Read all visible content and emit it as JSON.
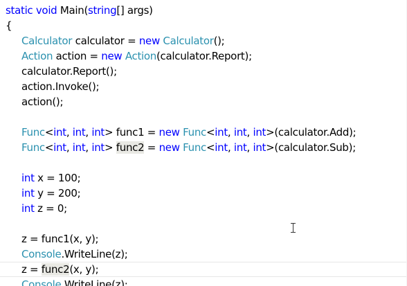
{
  "lines": [
    {
      "k1": "static",
      "k2": "void",
      "t1": "Main(",
      "k3": "string",
      "t2": "[] args)"
    },
    {
      "t1": "{"
    },
    {
      "ty1": "Calculator",
      "t1": " calculator = ",
      "k1": "new",
      "ty2": "Calculator",
      "t2": "();"
    },
    {
      "ty1": "Action",
      "t1": " action = ",
      "k1": "new",
      "ty2": "Action",
      "t2": "(calculator.Report);"
    },
    {
      "t1": "calculator.Report();"
    },
    {
      "t1": "action.Invoke();"
    },
    {
      "t1": "action();"
    },
    {},
    {
      "ty1": "Func",
      "t1": "<",
      "k1": "int",
      "t2": ", ",
      "k2": "int",
      "t3": ", ",
      "k3": "int",
      "t4": "> func1 = ",
      "k4": "new",
      "ty2": "Func",
      "t5": "<",
      "k5": "int",
      "t6": ", ",
      "k6": "int",
      "t7": ", ",
      "k7": "int",
      "t8": ">(calculator.Add);"
    },
    {
      "ty1": "Func",
      "t1": "<",
      "k1": "int",
      "t2": ", ",
      "k2": "int",
      "t3": ", ",
      "k3": "int",
      "t4": "> ",
      "hl": "func2",
      "t5": " = ",
      "k4": "new",
      "ty2": "Func",
      "t6": "<",
      "k5": "int",
      "t7": ", ",
      "k6": "int",
      "t8": ", ",
      "k7": "int",
      "t9": ">(calculator.Sub);"
    },
    {},
    {
      "k1": "int",
      "t1": " x = 100;"
    },
    {
      "k1": "int",
      "t1": " y = 200;"
    },
    {
      "k1": "int",
      "t1": " z = 0;"
    },
    {},
    {
      "t1": "z = func1(x, y);"
    },
    {
      "ty1": "Console",
      "t1": ".WriteLine(z);"
    },
    {
      "t1": "z = ",
      "hl": "func2",
      "t2": "(x, y);"
    },
    {
      "ty1": "Console",
      "t1": ".WriteLine(z);"
    }
  ],
  "colors": {
    "keyword": "#0000ff",
    "type": "#2b91af",
    "text": "#000000",
    "highlight": "#e9e9e4"
  },
  "cursor_icon": "i-beam-cursor-icon"
}
